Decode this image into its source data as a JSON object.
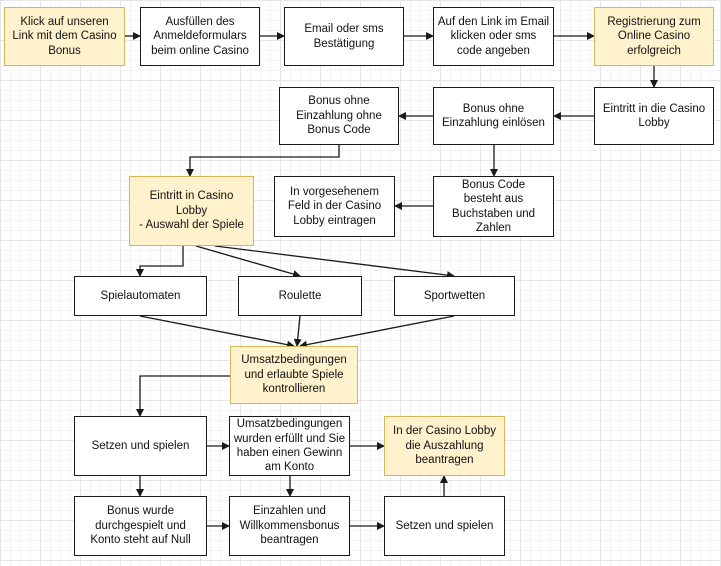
{
  "colors": {
    "highlight_fill": "#fff2cc",
    "highlight_border": "#d6b656",
    "edge": "#1a1a1a"
  },
  "nodes": [
    {
      "id": "n1",
      "text": "Klick auf unseren\nLink mit dem Casino\nBonus",
      "highlight": true
    },
    {
      "id": "n2",
      "text": "Ausfüllen des\nAnmeldeformulars\nbeim online Casino",
      "highlight": false
    },
    {
      "id": "n3",
      "text": "Email oder sms\nBestätigung",
      "highlight": false
    },
    {
      "id": "n4",
      "text": "Auf den Link im Email\nklicken oder sms\ncode angeben",
      "highlight": false
    },
    {
      "id": "n5",
      "text": "Registrierung zum\nOnline Casino\nerfolgreich",
      "highlight": true
    },
    {
      "id": "n6",
      "text": "Eintritt in die Casino\nLobby",
      "highlight": false
    },
    {
      "id": "n7",
      "text": "Bonus ohne\nEinzahlung einlösen",
      "highlight": false
    },
    {
      "id": "n8",
      "text": "Bonus ohne\nEinzahlung ohne\nBonus Code",
      "highlight": false
    },
    {
      "id": "n9",
      "text": "Bonus Code\nbesteht aus\nBuchstaben und\nZahlen",
      "highlight": false
    },
    {
      "id": "n10",
      "text": "In vorgesehenem\nFeld in der Casino\nLobby eintragen",
      "highlight": false
    },
    {
      "id": "n11",
      "text": "Eintritt in Casino Lobby\n- Auswahl der Spiele",
      "highlight": true
    },
    {
      "id": "n12",
      "text": "Spielautomaten",
      "highlight": false
    },
    {
      "id": "n13",
      "text": "Roulette",
      "highlight": false
    },
    {
      "id": "n14",
      "text": "Sportwetten",
      "highlight": false
    },
    {
      "id": "n15",
      "text": "Umsatzbedingungen\nund erlaubte Spiele\nkontrollieren",
      "highlight": true
    },
    {
      "id": "n16",
      "text": "Setzen und spielen",
      "highlight": false
    },
    {
      "id": "n17",
      "text": "Umsatzbedingungen\nwurden erfüllt und Sie\nhaben einen Gewinn\nam Konto",
      "highlight": false
    },
    {
      "id": "n18",
      "text": "In der Casino Lobby\ndie Auszahlung\nbeantragen",
      "highlight": true
    },
    {
      "id": "n19",
      "text": "Bonus wurde\ndurchgespielt und\nKonto steht auf Null",
      "highlight": false
    },
    {
      "id": "n20",
      "text": "Einzahlen und\nWillkommensbonus\nbeantragen",
      "highlight": false
    },
    {
      "id": "n21",
      "text": "Setzen und spielen",
      "highlight": false
    }
  ],
  "edges": [
    {
      "from": "n1",
      "to": "n2"
    },
    {
      "from": "n2",
      "to": "n3"
    },
    {
      "from": "n3",
      "to": "n4"
    },
    {
      "from": "n4",
      "to": "n5"
    },
    {
      "from": "n5",
      "to": "n6"
    },
    {
      "from": "n6",
      "to": "n7"
    },
    {
      "from": "n7",
      "to": "n8"
    },
    {
      "from": "n7",
      "to": "n9"
    },
    {
      "from": "n9",
      "to": "n10"
    },
    {
      "from": "n8",
      "to": "n11"
    },
    {
      "from": "n11",
      "to": "n12"
    },
    {
      "from": "n11",
      "to": "n13"
    },
    {
      "from": "n11",
      "to": "n14"
    },
    {
      "from": "n12",
      "to": "n15"
    },
    {
      "from": "n13",
      "to": "n15"
    },
    {
      "from": "n14",
      "to": "n15"
    },
    {
      "from": "n15",
      "to": "n16"
    },
    {
      "from": "n16",
      "to": "n17"
    },
    {
      "from": "n16",
      "to": "n19"
    },
    {
      "from": "n17",
      "to": "n18"
    },
    {
      "from": "n17",
      "to": "n20"
    },
    {
      "from": "n19",
      "to": "n20"
    },
    {
      "from": "n20",
      "to": "n21"
    },
    {
      "from": "n21",
      "to": "n18"
    }
  ]
}
